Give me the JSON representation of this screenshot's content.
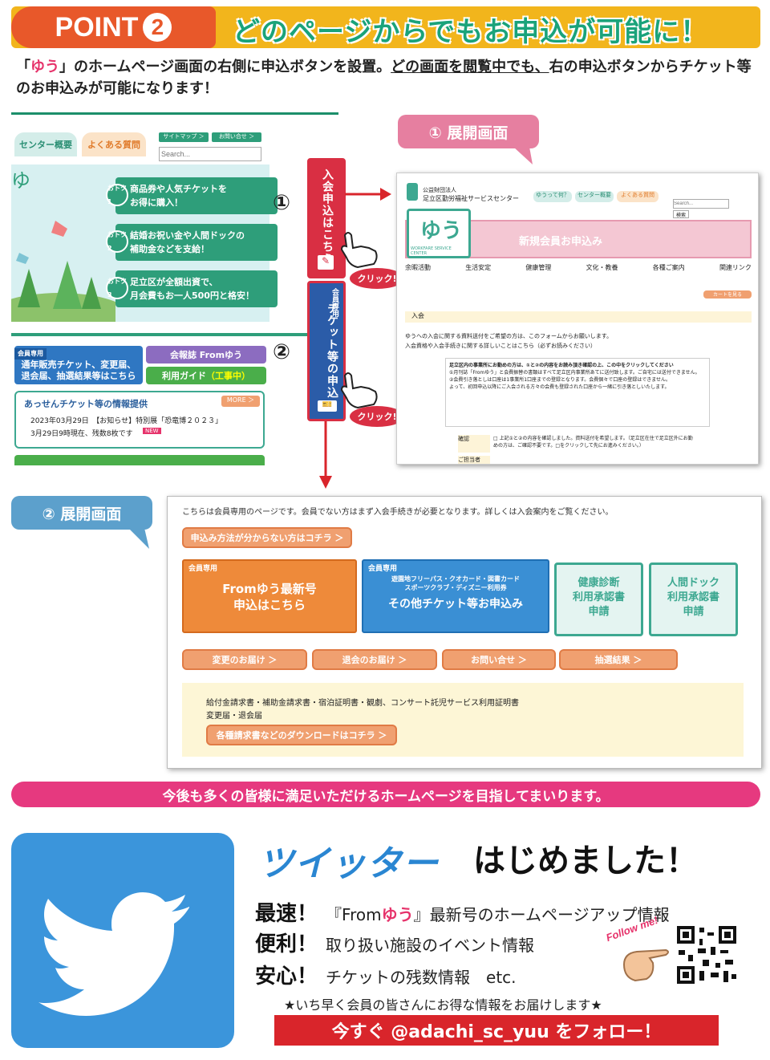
{
  "header": {
    "point_label": "POINT",
    "point_num": "2",
    "headline": "どのページからでもお申込が可能に！"
  },
  "intro": {
    "pre": "「",
    "yuu": "ゆう",
    "mid": "」のホームページ画面の右側に申込ボタンを設置。",
    "emph": "どの画面を閲覧中でも、",
    "post": "右の申込ボタンからチケット等のお申込みが可能になります！"
  },
  "shot1": {
    "tabs": [
      "センター概要",
      "よくある質問"
    ],
    "top_links": [
      "サイトマップ ＞",
      "お問い合せ ＞"
    ],
    "search_placeholder": "Search...",
    "perks": [
      {
        "badge": "おトク1",
        "text": "商品券や人気チケットを\nお得に購入！"
      },
      {
        "badge": "おトク2",
        "text": "結婚お祝い金や人間ドックの\n補助金などを支給！"
      },
      {
        "badge": "おトク3",
        "text": "足立区が全額出資で、\n月会費もお一人500円と格安！"
      }
    ],
    "member_box_tag": "会員専用",
    "member_box_text": "通年販売チケット、変更届、\n退会届、抽選結果等はこちら",
    "newsletter": "会報誌 Fromゆう",
    "guide": "利用ガイド",
    "guide_note": "（工事中）",
    "info_title": "あっせんチケット等の情報提供",
    "more": "MORE ＞",
    "news_line1": "2023年03月29日　【お知らせ】特別展「恐竜博２０２３」",
    "news_line2": "3月29日9時現在、残数8枚です",
    "new_badge": "NEW"
  },
  "side": {
    "btn1": "入会申込はこちら",
    "btn2_tag": "会員専用",
    "btn2": "チケット等の申込",
    "click": "クリック!",
    "num1": "①",
    "num2": "②"
  },
  "expand1_label": "① 展開画面",
  "expand2_label": "② 展開画面",
  "shot2": {
    "org_small": "公益財団法人",
    "org": "足立区勤労福祉サービスセンター",
    "nav_pills": [
      "ゆうって何？",
      "センター概要",
      "よくある質問"
    ],
    "search_placeholder": "Search...",
    "search_btn": "検索",
    "logo": "ゆう",
    "logo_sub": "WORKFARE SERVICE CENTER",
    "banner": "新規会員お申込み",
    "menu": [
      "余暇活動",
      "生活安定",
      "健康管理",
      "文化・教養",
      "各種ご案内",
      "関連リンク"
    ],
    "cart": "カートを見る",
    "section": "入会",
    "text1": "ゆうへの入会に関する資料送付をご希望の方は、このフォームからお願いします。",
    "text2": "入会資格や入会手続きに関する詳しいことはこちら（必ずお読みください）",
    "notice_title": "足立区内の事業所にお勤めの方は、①と②の内容をお読み頂き確認の上、この中をクリックしてください",
    "notice1": "①月刊誌「Fromゆう」と会費振替の書類はすべて足立区内事業所あてに送付致します。ご自宅には送付できません。",
    "notice2": "②会費引き落としは口座は1事業所1口座までの登録となります。会費個々で口座の登録はできません。",
    "notice3": "よって、初回申込以降にご入会される方々の会費も登録された口座から一緒に引き落としいたします。",
    "confirm": "確認",
    "confirm_text": "□ 上記①と②の内容を確認しました。資料送付を希望します。（足立区在住で足立区外にお勤めの方は、ご確認不要です。□をクリックして先にお進みください。）",
    "row2": "ご担当者"
  },
  "shot3": {
    "notice": "こちらは会員専用のページです。会員でない方はまず入会手続きが必要となります。詳しくは入会案内をご覧ください。",
    "how_btn": "申込み方法が分からない方はコチラ ＞",
    "box1_tag": "会員専用",
    "box1_text": "Fromゆう最新号\n申込はこちら",
    "box2_tag": "会員専用",
    "box2_small": "遊園地フリーパス・クオカード・図書カード\nスポーツクラブ・ディズニー利用券",
    "box2_text": "その他チケット等お申込み",
    "box3": "健康診断\n利用承認書\n申請",
    "box4": "人間ドック\n利用承認書\n申請",
    "btns": [
      "変更のお届け ＞",
      "退会のお届け ＞",
      "お問い合せ ＞",
      "抽選結果 ＞"
    ],
    "forms_line1": "給付金請求書・補助金請求書・宿泊証明書・観劇、コンサート託児サービス利用証明書",
    "forms_line2": "変更届・退会届",
    "download": "各種請求書などのダウンロードはコチラ ＞"
  },
  "banner": "今後も多くの皆様に満足いただけるホームページを目指してまいります。",
  "twitter": {
    "title1": "ツイッター",
    "title2": "はじめました！",
    "features": [
      {
        "head": "最速！",
        "pre": "『From",
        "yuu": "ゆう",
        "post": "』最新号のホームページアップ情報"
      },
      {
        "head": "便利！",
        "pre": "取り扱い施設のイベント情報",
        "yuu": "",
        "post": ""
      },
      {
        "head": "安心！",
        "pre": "チケットの残数情報　etc.",
        "yuu": "",
        "post": ""
      }
    ],
    "follow_me": "Follow me!",
    "star_line": "★いち早く会員の皆さんにお得な情報をお届けします★",
    "follow_bar": "今すぐ @adachi_sc_yuu をフォロー！"
  },
  "colors": {
    "orange": "#e8582a",
    "yellow": "#f2b51c",
    "green": "#1aa37a",
    "pink": "#e6397f",
    "twitter_blue": "#3b95db",
    "red": "#d9252b"
  }
}
